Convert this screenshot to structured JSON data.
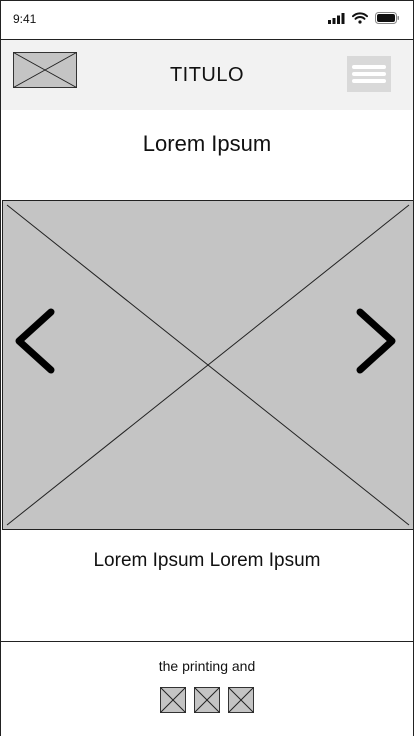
{
  "status_bar": {
    "time": "9:41",
    "icons": [
      "signal-icon",
      "wifi-icon",
      "battery-icon"
    ]
  },
  "header": {
    "logo": "image-placeholder",
    "title": "TITULO",
    "menu_icon": "hamburger-menu-icon"
  },
  "main": {
    "title": "Lorem Ipsum",
    "carousel": {
      "image": "image-placeholder",
      "prev_icon": "chevron-left-icon",
      "next_icon": "chevron-right-icon"
    },
    "caption": "Lorem Ipsum Lorem Ipsum"
  },
  "footer": {
    "text": "the printing and",
    "icons": [
      "image-placeholder",
      "image-placeholder",
      "image-placeholder"
    ]
  },
  "colors": {
    "placeholder_fill": "#c4c4c4",
    "header_bg": "#f2f2f2",
    "menu_bg": "#d9d9d9"
  }
}
